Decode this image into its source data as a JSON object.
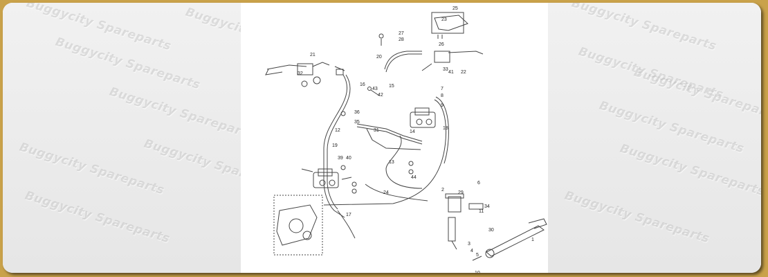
{
  "watermark": "Buggycity Spareparts",
  "callouts": [
    "25",
    "23",
    "27",
    "28",
    "26",
    "20",
    "21",
    "22",
    "16",
    "15",
    "43",
    "42",
    "7",
    "8",
    "9",
    "36",
    "35",
    "12",
    "31",
    "19",
    "14",
    "18",
    "13",
    "17",
    "24",
    "34",
    "11",
    "10",
    "1",
    "3",
    "4",
    "5",
    "6",
    "2",
    "29",
    "30",
    "33",
    "32",
    "39",
    "40",
    "41",
    "44"
  ]
}
